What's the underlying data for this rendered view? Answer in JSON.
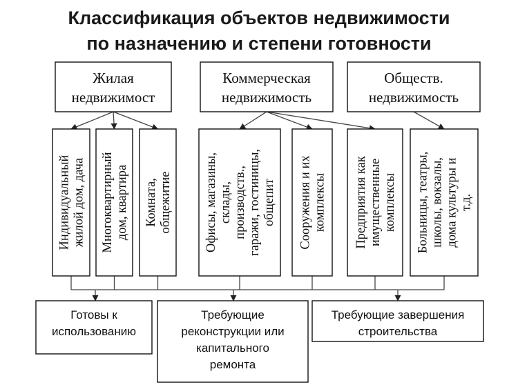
{
  "title": {
    "line1": "Классификация объектов недвижимости",
    "line2": "по назначению и степени готовности"
  },
  "categories": [
    {
      "line1": "Жилая",
      "line2": "недвижимост"
    },
    {
      "line1": "Коммерческая",
      "line2": "недвижимость"
    },
    {
      "line1": "Обществ.",
      "line2": "недвижимость"
    }
  ],
  "subtypes": [
    {
      "lines": [
        "Индивидуальный",
        "жилой дом, дача"
      ]
    },
    {
      "lines": [
        "Многоквартирный",
        "дом, квартира"
      ]
    },
    {
      "lines": [
        "Комната,",
        "общежитие"
      ]
    },
    {
      "lines": [
        "Офисы, магазины,",
        "склады,",
        "производств.,",
        "гаражи, гостиницы,",
        "общепит"
      ]
    },
    {
      "lines": [
        "Сооружения и их",
        "комплексы"
      ]
    },
    {
      "lines": [
        "Предприятия как",
        "имущественные",
        "комплексы"
      ]
    },
    {
      "lines": [
        "Больницы, театры,",
        "школы, вокзалы,",
        "дома культуры и",
        "т.д."
      ]
    }
  ],
  "readiness": [
    {
      "lines": [
        "Готовы к",
        "использованию"
      ]
    },
    {
      "lines": [
        "Требующие",
        "реконструкции или",
        "капитального",
        "ремонта"
      ]
    },
    {
      "lines": [
        "Требующие завершения",
        "строительства"
      ]
    }
  ]
}
